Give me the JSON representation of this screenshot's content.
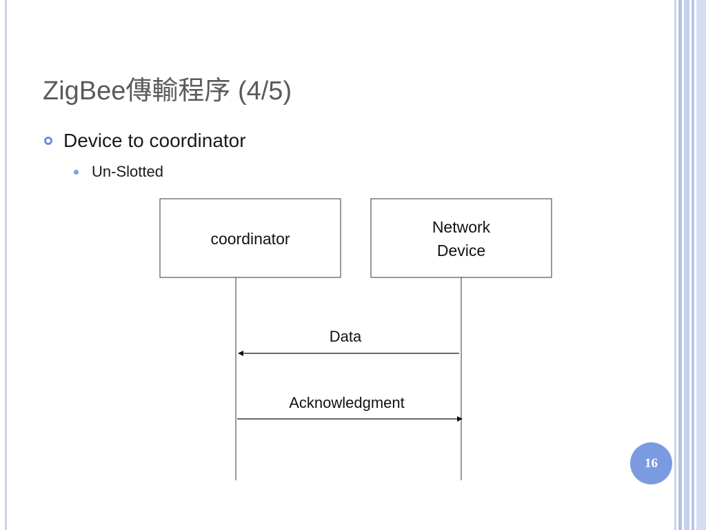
{
  "slide": {
    "title": "ZigBee傳輸程序 (4/5)",
    "bullet_level1": "Device to coordinator",
    "bullet_level2": "Un-Slotted",
    "page_number": "16"
  },
  "diagram": {
    "participants": [
      {
        "label_line1": "coordinator",
        "label_line2": ""
      },
      {
        "label_line1": "Network",
        "label_line2": "Device"
      }
    ],
    "messages": [
      {
        "label": "Data",
        "from": "Network Device",
        "to": "coordinator"
      },
      {
        "label": "Acknowledgment",
        "from": "coordinator",
        "to": "Network Device"
      }
    ]
  },
  "colors": {
    "accent": "#7a9be0",
    "title_text": "#5a5a5a",
    "border_stripes": "#c4d0ec"
  }
}
